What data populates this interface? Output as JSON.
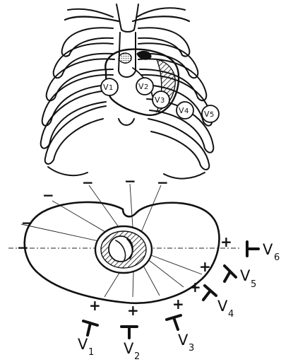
{
  "chest_leads": [
    {
      "id": "v1",
      "text": "V",
      "sub": "1"
    },
    {
      "id": "v2",
      "text": "V",
      "sub": "2"
    },
    {
      "id": "v3",
      "text": "V",
      "sub": "3"
    },
    {
      "id": "v4",
      "text": "V",
      "sub": "4"
    },
    {
      "id": "v5",
      "text": "V",
      "sub": "5"
    }
  ],
  "cross_section": {
    "plus": "+",
    "minus": "−",
    "electrodes": [
      {
        "id": "v1",
        "text": "V",
        "sub": "1"
      },
      {
        "id": "v2",
        "text": "V",
        "sub": "2"
      },
      {
        "id": "v3",
        "text": "V",
        "sub": "3"
      },
      {
        "id": "v4",
        "text": "V",
        "sub": "4"
      },
      {
        "id": "v5",
        "text": "V",
        "sub": "5"
      },
      {
        "id": "v6",
        "text": "V",
        "sub": "6"
      }
    ]
  }
}
